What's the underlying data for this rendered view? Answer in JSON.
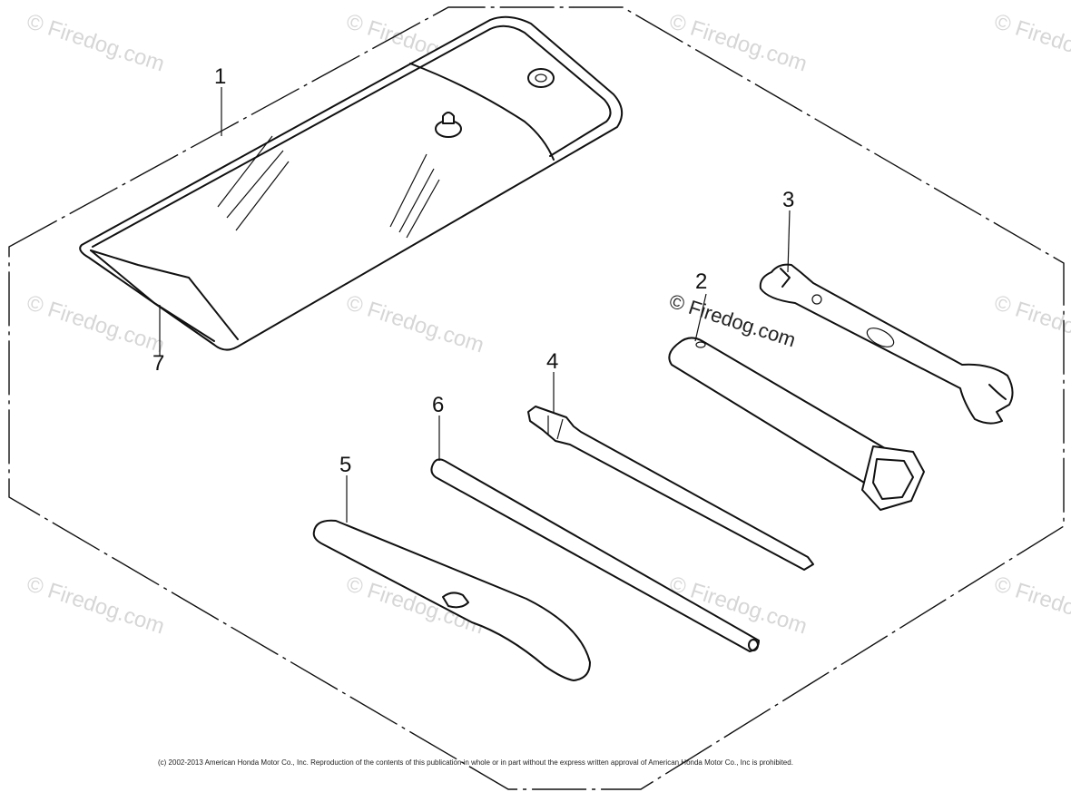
{
  "callouts": {
    "bag": "1",
    "plug_wrench": "2",
    "open_wrench": "3",
    "screwdriver": "4",
    "lever_bar": "5",
    "rod": "6",
    "bag_strap": "7"
  },
  "watermark": {
    "text": "© Firedog.com"
  },
  "footer": {
    "copyright": "(c) 2002-2013 American Honda Motor Co., Inc. Reproduction of the contents of this publication in whole or in part without the express written approval of American Honda Motor Co., Inc is prohibited."
  },
  "colors": {
    "line": "#111111",
    "watermark": "#d6d6d6",
    "background": "#ffffff"
  }
}
